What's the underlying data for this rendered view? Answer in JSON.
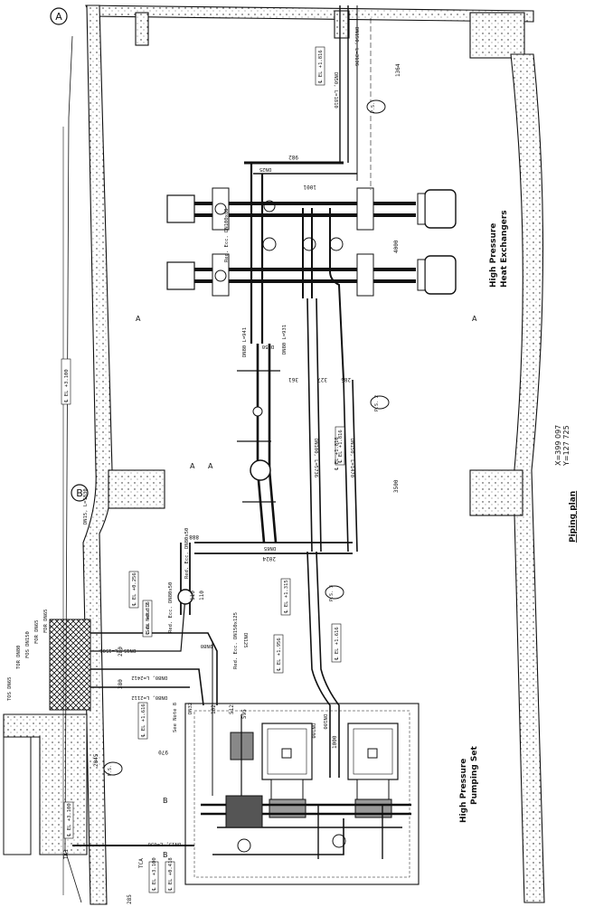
{
  "drawing": {
    "title": "Piping plan",
    "coordinates": {
      "x": "X=399 097",
      "y": "Y=127 725"
    },
    "areas": {
      "heat_exchangers": [
        "High Pressure",
        "Heat Exchangers"
      ],
      "pumping_set": [
        "High Pressure",
        "Pumping Set"
      ]
    },
    "grid_markers": [
      "A",
      "B"
    ],
    "section_markers": [
      "A",
      "A",
      "A",
      "A",
      "B",
      "B"
    ],
    "pipe_supports": [
      "P.S.",
      "P.S. 2",
      "P.S. 3",
      "P.S."
    ],
    "elevations": [
      "℄ EL +3.100",
      "℄ EL +1.816",
      "℄ EL +1.816",
      "℄ EL +1.315",
      "℄ EL +0.316",
      "℄ EL +0.256",
      "℄ EL +1.956",
      "℄ EL +1.616",
      "℄ EL +1.616",
      "℄ EL +3.100",
      "℄ EL +3.100",
      "℄ EL +0.418",
      "℄ EL +1.816"
    ],
    "pipe_labels": [
      "DN50, L=1810",
      "DN150, L=3136",
      "DN100, L=5736",
      "DN150, L=1470",
      "DN15, L=1830",
      "DN15, L=1505",
      "DN80, L=2412",
      "DN80, L=2112",
      "DN15, L=650",
      "DN50",
      "DN80",
      "DN100",
      "DN125",
      "DN65",
      "DN32",
      "DN25",
      "DN100"
    ],
    "reducers": [
      "Red. Ecc. DN100x80",
      "Red. Ecc. DN80x50",
      "Red. Ecc. DN80x50",
      "Red. Ecc. DN150x125"
    ],
    "branches": [
      "DN80 L=941",
      "DN80 L=931"
    ],
    "dimensions": [
      "1364",
      "4000",
      "3500",
      "1001",
      "982",
      "361",
      "327",
      "285",
      "2024",
      "1000",
      "2045",
      "970",
      "888",
      "110",
      "110",
      "595",
      "512",
      "280",
      "380",
      "102"
    ],
    "notes": [
      "See Note 7",
      "See Note 8"
    ],
    "nozzles": [
      "TOS DN65",
      "TOR DN80",
      "FOS DN150",
      "FOR DN65",
      "FDR DN65"
    ],
    "misc": [
      "TCA",
      "285",
      "TK1"
    ]
  }
}
